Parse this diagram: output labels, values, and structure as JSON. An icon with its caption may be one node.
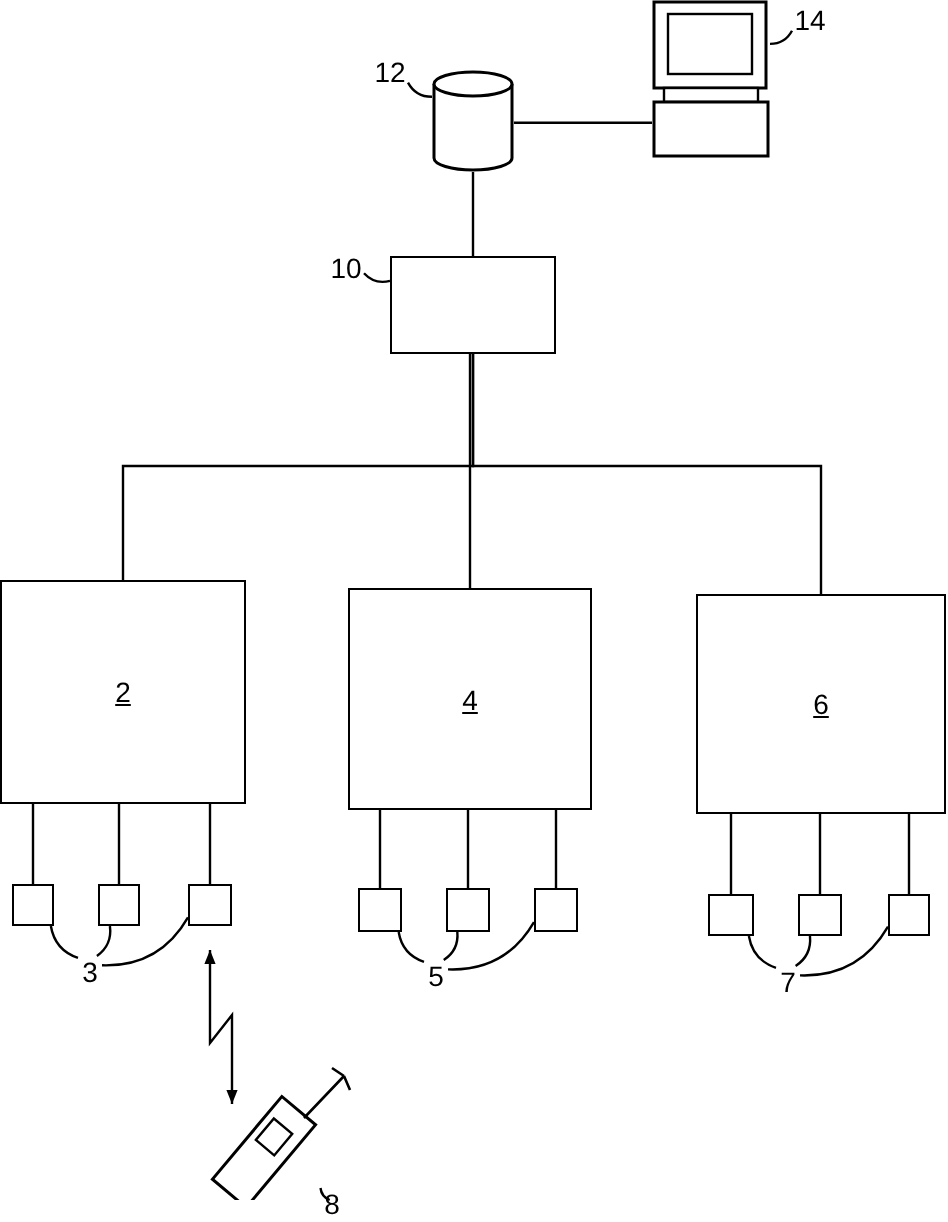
{
  "diagram": {
    "nodes": [
      {
        "text": [
          "12"
        ]
      },
      {
        "text": [],
        "shape": "cylinder"
      },
      {
        "text": [
          "14"
        ]
      },
      {
        "text": [],
        "shape": "computer"
      },
      {
        "text": [
          "10"
        ]
      },
      {
        "text": [],
        "shape": "box"
      },
      {
        "text": [
          "2"
        ]
      },
      {
        "text": [
          "4"
        ]
      },
      {
        "text": [
          "6"
        ]
      },
      {
        "text": [],
        "shape": "box"
      },
      {
        "text": [],
        "shape": "box"
      },
      {
        "text": [],
        "shape": "box"
      },
      {
        "text": [],
        "shape": "box"
      },
      {
        "text": [],
        "shape": "box"
      },
      {
        "text": [],
        "shape": "box"
      },
      {
        "text": [],
        "shape": "box"
      },
      {
        "text": [],
        "shape": "box"
      },
      {
        "text": [],
        "shape": "box"
      },
      {
        "text": [
          "3"
        ]
      },
      {
        "text": [
          "5"
        ]
      },
      {
        "text": [
          "7"
        ]
      },
      {
        "text": [],
        "shape": "phone"
      },
      {
        "text": [
          "8"
        ]
      }
    ],
    "edges": [
      {
        "from": 0,
        "to": 1,
        "arrow": "none"
      },
      {
        "from": 2,
        "to": 3,
        "arrow": "none"
      },
      {
        "from": 4,
        "to": 5,
        "arrow": "none"
      },
      {
        "from": 1,
        "to": 3,
        "arrow": "none"
      },
      {
        "from": 1,
        "to": 5,
        "arrow": "none"
      },
      {
        "from": 5,
        "to": 6,
        "arrow": "none"
      },
      {
        "from": 5,
        "to": 7,
        "arrow": "none"
      },
      {
        "from": 5,
        "to": 8,
        "arrow": "none"
      },
      {
        "from": 6,
        "to": 9,
        "arrow": "none"
      },
      {
        "from": 6,
        "to": 10,
        "arrow": "none"
      },
      {
        "from": 6,
        "to": 11,
        "arrow": "none"
      },
      {
        "from": 7,
        "to": 12,
        "arrow": "none"
      },
      {
        "from": 7,
        "to": 13,
        "arrow": "none"
      },
      {
        "from": 7,
        "to": 14,
        "arrow": "none"
      },
      {
        "from": 8,
        "to": 15,
        "arrow": "none"
      },
      {
        "from": 8,
        "to": 16,
        "arrow": "none"
      },
      {
        "from": 8,
        "to": 17,
        "arrow": "none"
      },
      {
        "from": 18,
        "to": 9,
        "arrow": "none"
      },
      {
        "from": 18,
        "to": 10,
        "arrow": "none"
      },
      {
        "from": 18,
        "to": 11,
        "arrow": "none"
      },
      {
        "from": 19,
        "to": 12,
        "arrow": "none"
      },
      {
        "from": 19,
        "to": 13,
        "arrow": "none"
      },
      {
        "from": 19,
        "to": 14,
        "arrow": "none"
      },
      {
        "from": 20,
        "to": 15,
        "arrow": "none"
      },
      {
        "from": 20,
        "to": 16,
        "arrow": "none"
      },
      {
        "from": 20,
        "to": 17,
        "arrow": "none"
      },
      {
        "from": 11,
        "to": 21,
        "arrow": "both"
      },
      {
        "from": 22,
        "to": 21,
        "arrow": "none"
      }
    ]
  }
}
